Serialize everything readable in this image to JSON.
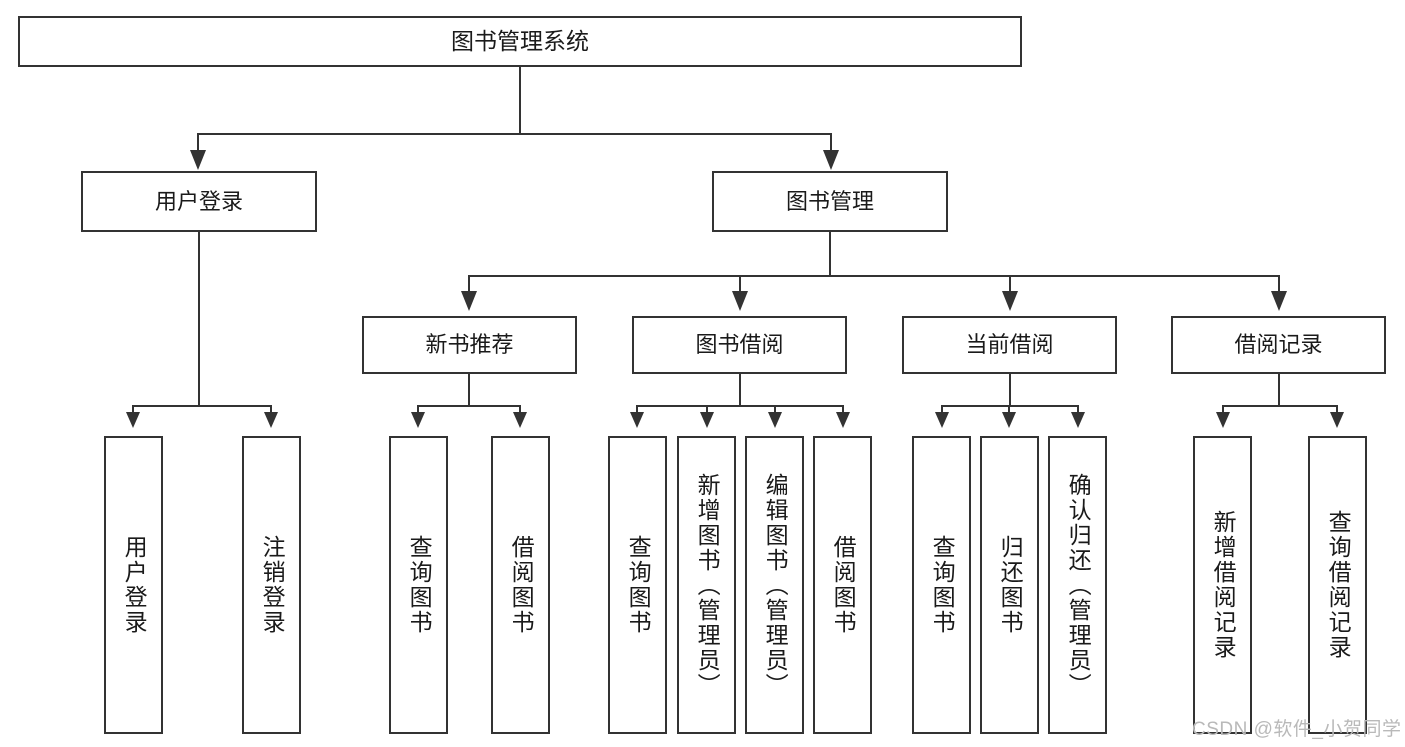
{
  "diagram": {
    "title": "图书管理系统",
    "type": "tree-hierarchy-chart",
    "watermark": "CSDN @软件_小贺同学"
  },
  "root": {
    "label": "图书管理系统"
  },
  "level2": [
    {
      "label": "用户登录"
    },
    {
      "label": "图书管理"
    }
  ],
  "level3": [
    {
      "label": "新书推荐"
    },
    {
      "label": "图书借阅"
    },
    {
      "label": "当前借阅"
    },
    {
      "label": "借阅记录"
    }
  ],
  "leaves": {
    "user_login": [
      {
        "label": "用户登录"
      },
      {
        "label": "注销登录"
      }
    ],
    "new_book_recommend": [
      {
        "label": "查询图书"
      },
      {
        "label": "借阅图书"
      }
    ],
    "book_borrow": [
      {
        "label": "查询图书"
      },
      {
        "label": "新增图书（管理员）"
      },
      {
        "label": "编辑图书（管理员）"
      },
      {
        "label": "借阅图书"
      }
    ],
    "current_borrow": [
      {
        "label": "查询图书"
      },
      {
        "label": "归还图书"
      },
      {
        "label": "确认归还（管理员）"
      }
    ],
    "borrow_record": [
      {
        "label": "新增借阅记录"
      },
      {
        "label": "查询借阅记录"
      }
    ]
  },
  "colors": {
    "stroke": "#333333",
    "background": "#ffffff",
    "text": "#1a1a1a",
    "watermark": "#b9b9b9"
  }
}
